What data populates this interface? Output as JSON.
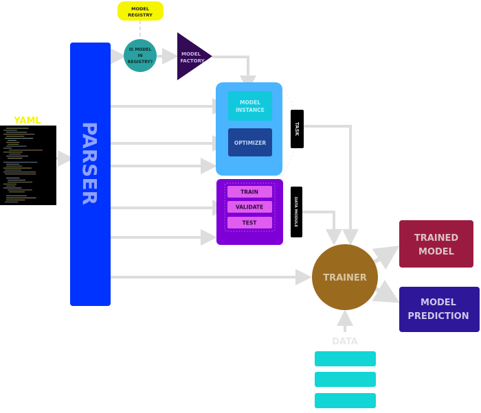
{
  "colors": {
    "arrow": "#dddddd",
    "parser": "#0033ff",
    "parser_text": "#8ea2ff",
    "registry": "#f5f500",
    "registry_check": "#2aa1a0",
    "factory": "#330a55",
    "task_group": "#4ab4ff",
    "model_instance": "#12c8dc",
    "optimizer": "#1e4595",
    "data_module_group": "#7f00d6",
    "data_split": "#e05df0",
    "tag_bg": "#000000",
    "trainer": "#9a6a1e",
    "trained_model": "#9b1b40",
    "model_prediction": "#2e1799",
    "data_bar": "#12d6d6",
    "yaml_title": "#f5f500",
    "yaml_bg": "#000000"
  },
  "yaml": {
    "title": "YAML"
  },
  "parser": {
    "label": "PARSER"
  },
  "model_registry": {
    "line1": "MODEL",
    "line2": "REGISTRY"
  },
  "registry_check": {
    "line1": "IS MODEL",
    "line2": "IN",
    "line3": "REGISTRY?"
  },
  "model_factory": {
    "line1": "MODEL",
    "line2": "FACTORY"
  },
  "task": {
    "tag": "TASK",
    "model_instance": {
      "line1": "MODEL",
      "line2": "INSTANCE"
    },
    "optimizer": "OPTIMIZER"
  },
  "data_module": {
    "tag": "DATA MODULE",
    "splits": [
      "TRAIN",
      "VALIDATE",
      "TEST"
    ]
  },
  "trainer": {
    "label": "TRAINER"
  },
  "trained_model": {
    "line1": "TRAINED",
    "line2": "MODEL"
  },
  "model_prediction": {
    "line1": "MODEL",
    "line2": "PREDICTION"
  },
  "data": {
    "label": "DATA"
  }
}
